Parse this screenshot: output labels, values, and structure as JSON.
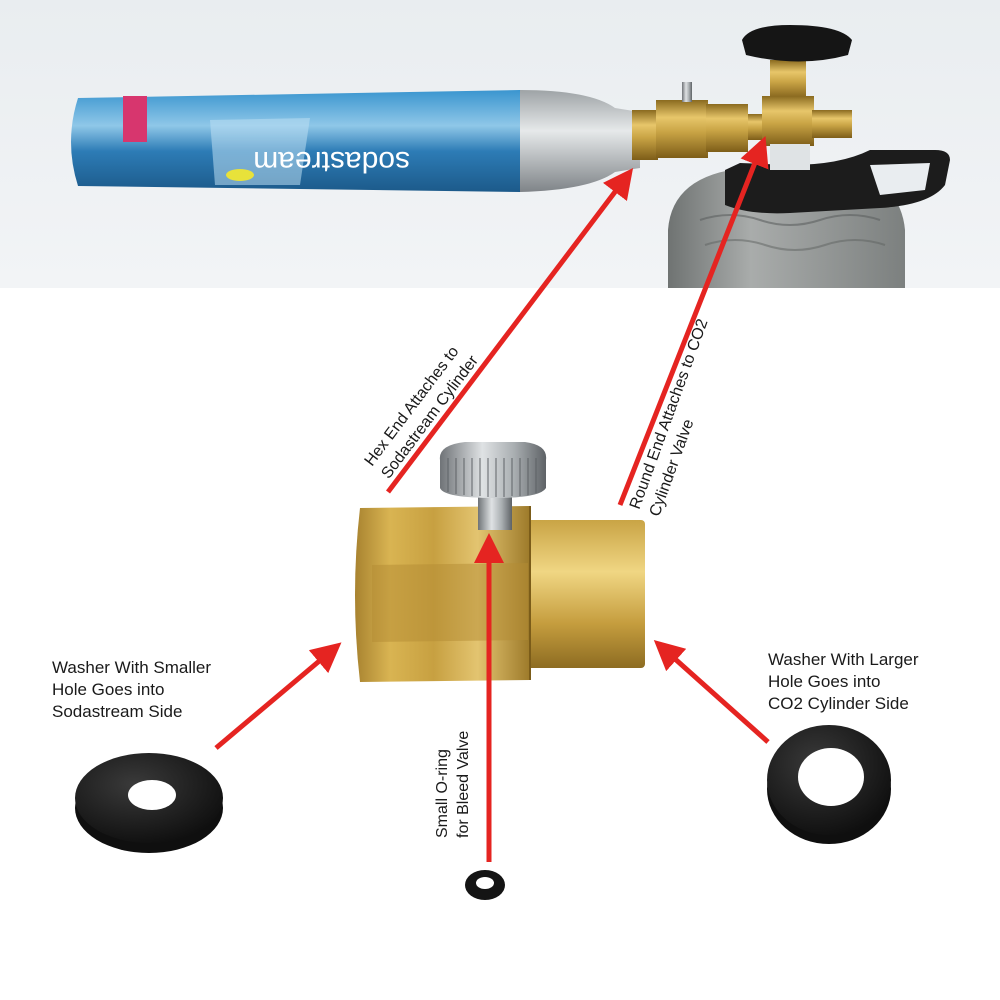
{
  "labels": {
    "hex_end": "Hex End Attaches to\nSodastream Cylinder",
    "round_end": "Round End Attaches to CO2\nCylinder Valve",
    "washer_small": "Washer With Smaller\nHole Goes into\nSodastream Side",
    "washer_large": "Washer With Larger\nHole Goes into\nCO2 Cylinder Side",
    "oring": "Small O-ring\nfor Bleed Valve"
  },
  "product_text": {
    "brand": "sodastream"
  },
  "colors": {
    "arrow": "#e52421",
    "brass": "#c9a445",
    "rubber": "#1b1b1b",
    "sodastream_blue": "#2a7fb8",
    "co2_tank": "#8a8d8c"
  },
  "icons": [
    "sodastream-cylinder",
    "co2-tank",
    "adapter-valve",
    "knurled-knob",
    "washer",
    "o-ring"
  ]
}
